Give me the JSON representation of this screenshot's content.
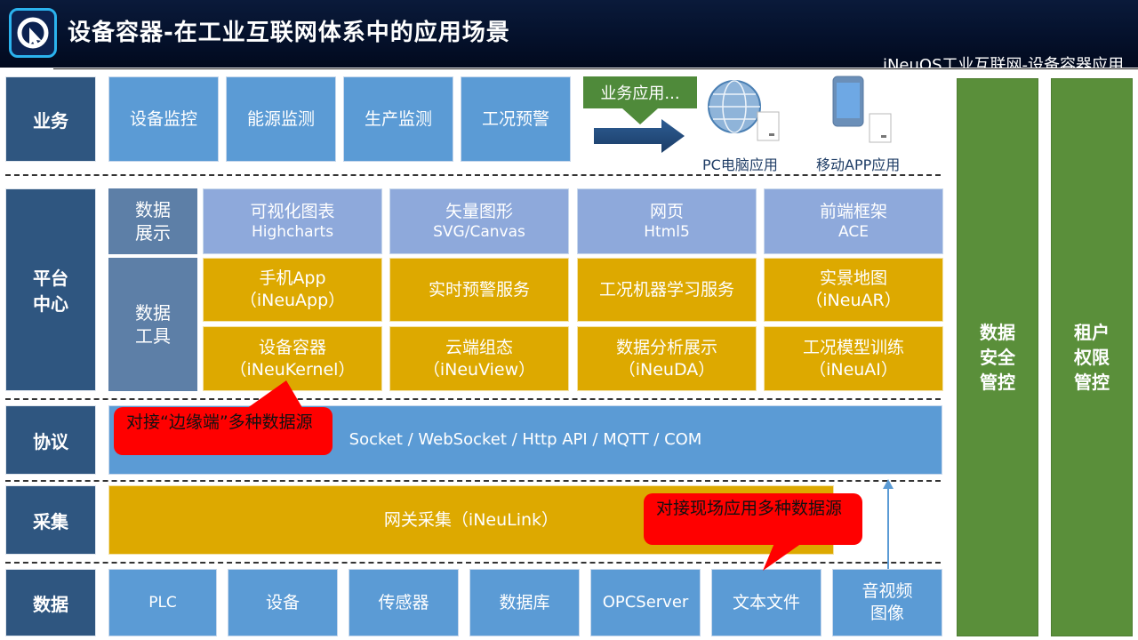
{
  "header": {
    "title": "设备容器-在工业互联网体系中的应用场景",
    "subtitle": "iNeuOS工业互联网-设备容器应用"
  },
  "layers": {
    "business": "业务",
    "platform": "平台\n中心",
    "protocol": "协议",
    "collect": "采集",
    "data": "数据"
  },
  "business": {
    "items": [
      "设备监控",
      "能源监测",
      "生产监测",
      "工况预警"
    ],
    "app_tag": "业务应用...",
    "pc_label": "PC电脑应用",
    "mobile_label": "移动APP应用"
  },
  "platform": {
    "display_label": "数据\n展示",
    "tools_label": "数据\n工具",
    "display_items": [
      {
        "line1": "可视化图表",
        "line2": "Highcharts"
      },
      {
        "line1": "矢量图形",
        "line2": "SVG/Canvas"
      },
      {
        "line1": "网页",
        "line2": "Html5"
      },
      {
        "line1": "前端框架",
        "line2": "ACE"
      }
    ],
    "tool_row1": [
      {
        "line1": "手机App",
        "line2": "（iNeuApp）"
      },
      {
        "line1": "实时预警服务",
        "line2": ""
      },
      {
        "line1": "工况机器学习服务",
        "line2": ""
      },
      {
        "line1": "实景地图",
        "line2": "（iNeuAR）"
      }
    ],
    "tool_row2": [
      {
        "line1": "设备容器",
        "line2": "（iNeuKernel）"
      },
      {
        "line1": "云端组态",
        "line2": "（iNeuView）"
      },
      {
        "line1": "数据分析展示",
        "line2": "（iNeuDA）"
      },
      {
        "line1": "工况模型训练",
        "line2": "（iNeuAI）"
      }
    ]
  },
  "protocol": {
    "text": "Socket / WebSocket / Http API / MQTT / COM",
    "callout": "对接“边缘端”多种数据源"
  },
  "collect": {
    "text": "网关采集（iNeuLink）",
    "callout": "对接现场应用多种数据源"
  },
  "data_sources": [
    "PLC",
    "设备",
    "传感器",
    "数据库",
    "OPCServer",
    "文本文件",
    "音视频\n图像"
  ],
  "side": {
    "security": "数据\n安全\n管控",
    "tenant": "租户\n权限\n管控"
  },
  "colors": {
    "layer": "#2f5680",
    "blue": "#5b9bd5",
    "light_blue": "#8ea9db",
    "gold": "#dda900",
    "green": "#5a8f3a",
    "callout": "#ff0000"
  }
}
